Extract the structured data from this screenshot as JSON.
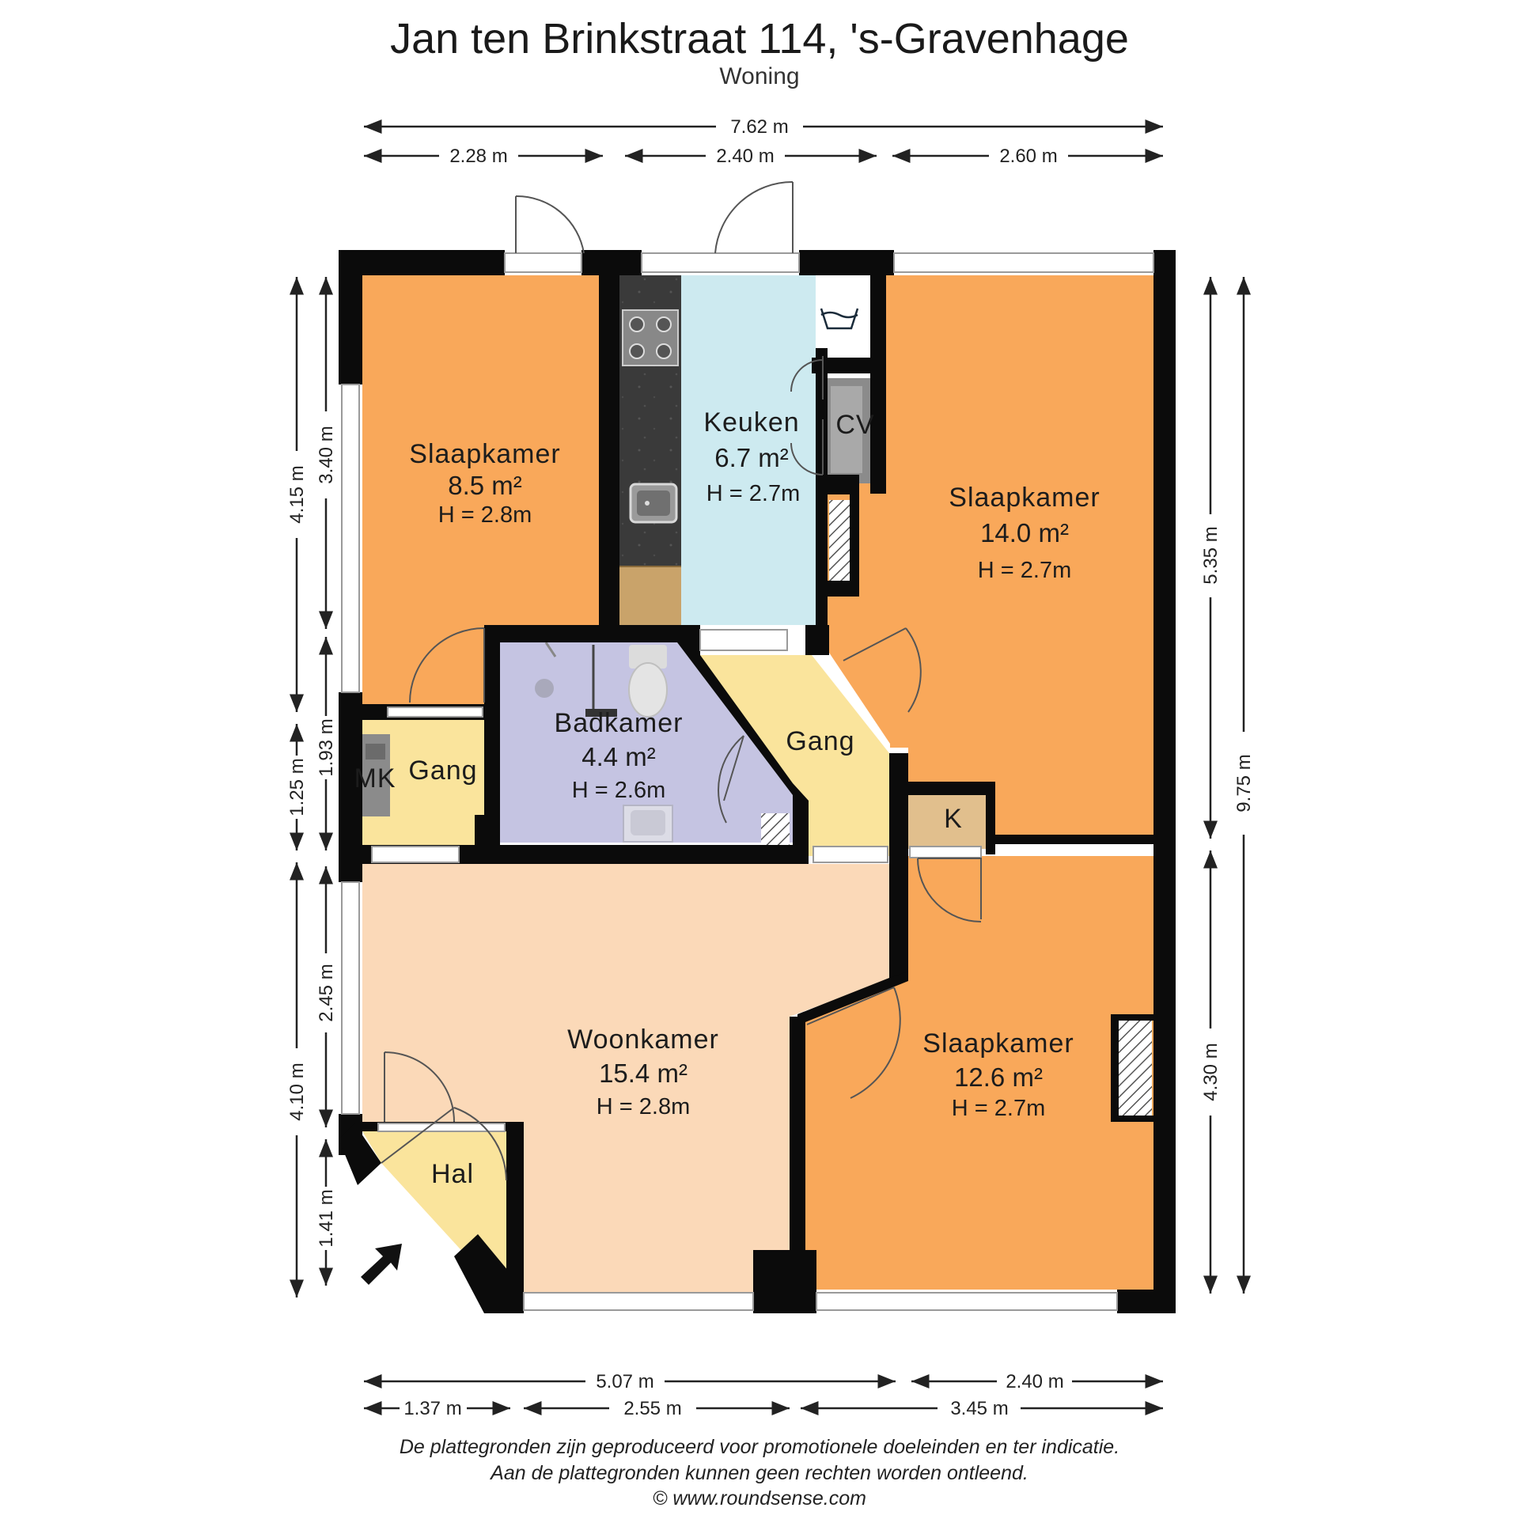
{
  "header": {
    "title": "Jan ten Brinkstraat 114, 's-Gravenhage",
    "subtitle": "Woning"
  },
  "rooms": {
    "slaapkamer_nw": {
      "name": "Slaapkamer",
      "area": "8.5 m²",
      "height": "H = 2.8m"
    },
    "keuken": {
      "name": "Keuken",
      "area": "6.7 m²",
      "height": "H = 2.7m"
    },
    "slaapkamer_ne": {
      "name": "Slaapkamer",
      "area": "14.0 m²",
      "height": "H = 2.7m"
    },
    "badkamer": {
      "name": "Badkamer",
      "area": "4.4 m²",
      "height": "H = 2.6m"
    },
    "gang_west": {
      "name": "Gang"
    },
    "gang_central": {
      "name": "Gang"
    },
    "woonkamer": {
      "name": "Woonkamer",
      "area": "15.4 m²",
      "height": "H = 2.8m"
    },
    "slaapkamer_se": {
      "name": "Slaapkamer",
      "area": "12.6 m²",
      "height": "H = 2.7m"
    },
    "hal": {
      "name": "Hal"
    },
    "kast": {
      "name": "K"
    },
    "meterkast": {
      "name": "MK"
    },
    "cv": {
      "name": "CV"
    }
  },
  "dimensions": {
    "top_total": "7.62 m",
    "top_1": "2.28 m",
    "top_2": "2.40 m",
    "top_3": "2.60 m",
    "left_outer_1": "4.15 m",
    "left_outer_2": "1.25 m",
    "left_outer_3": "4.10 m",
    "left_inner_1": "3.40 m",
    "left_inner_2": "1.93 m",
    "left_inner_3": "2.45 m",
    "left_inner_4": "1.41 m",
    "right_inner_1": "5.35 m",
    "right_inner_2": "4.30 m",
    "right_outer": "9.75 m",
    "bottom_1": "5.07 m",
    "bottom_2": "2.40 m",
    "bottom_3": "1.37 m",
    "bottom_4": "2.55 m",
    "bottom_5": "3.45 m"
  },
  "footer": {
    "line1": "De plattegronden zijn geproduceerd voor promotionele doeleinden en ter indicatie.",
    "line2": "Aan de plattegronden kunnen geen rechten worden ontleend.",
    "line3": "© www.roundsense.com"
  },
  "colors": {
    "bedroom": "#f9a85a",
    "living": "#fbd9b8",
    "kitchen": "#cdeaf0",
    "bath": "#c5c4e2",
    "hall": "#fae49c",
    "closet": "#e1bf8d",
    "wall": "#0b0b0b"
  }
}
